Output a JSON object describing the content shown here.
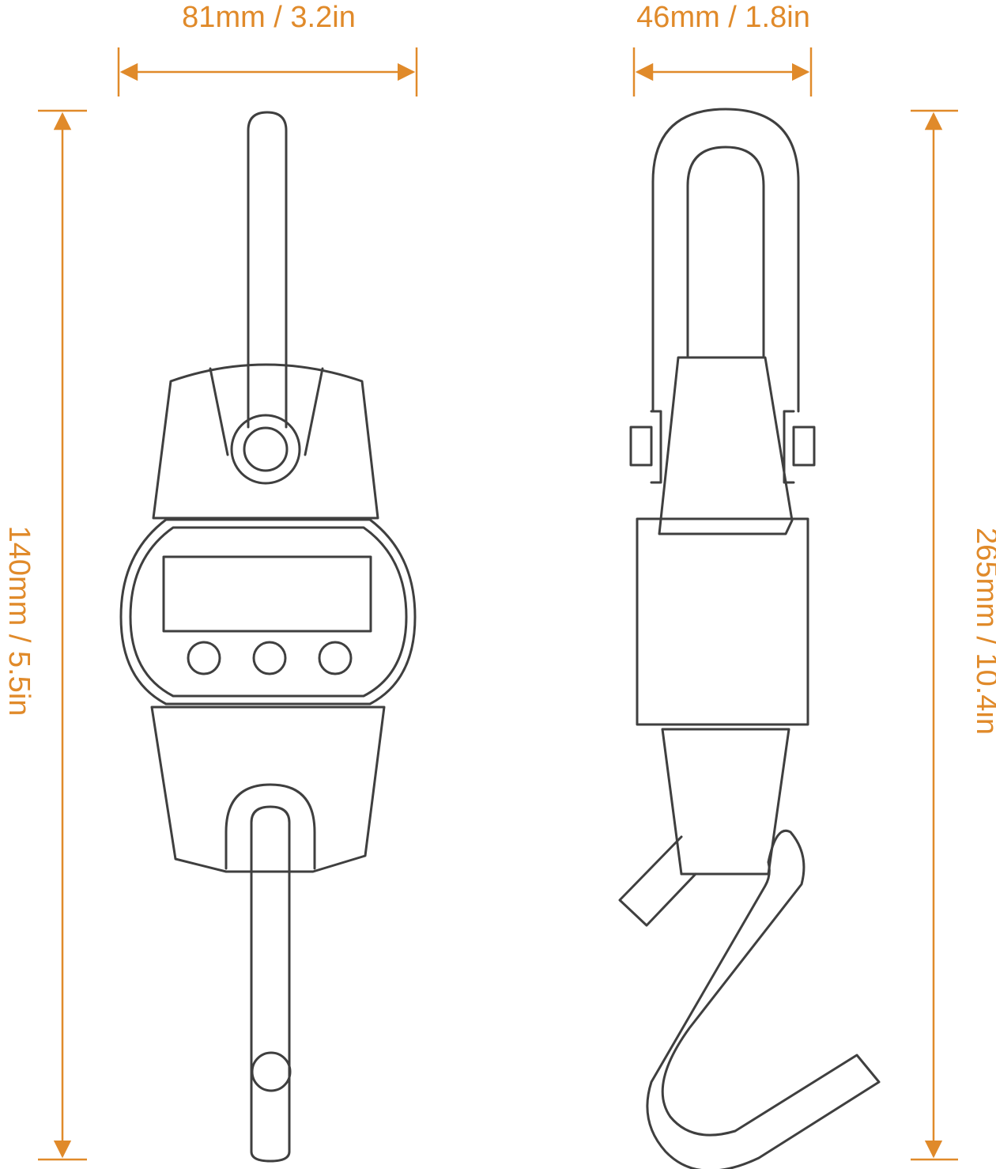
{
  "dimensions": {
    "front_width": "81mm / 3.2in",
    "front_height": "140mm / 5.5in",
    "side_width": "46mm / 1.8in",
    "side_height": "265mm / 10.4in"
  },
  "colors": {
    "accent": "#e08a2a",
    "outline": "#3f3f3f"
  }
}
